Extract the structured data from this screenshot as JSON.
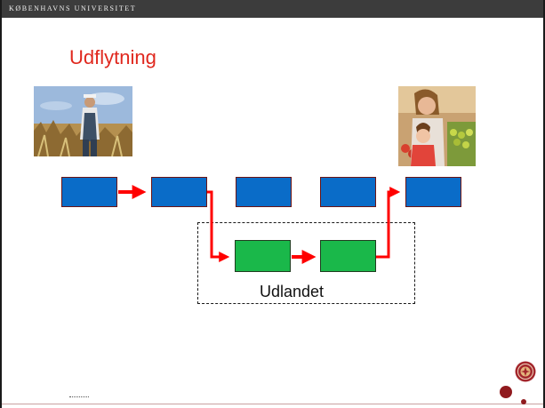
{
  "header": {
    "university": "KØBENHAVNS UNIVERSITET"
  },
  "slide": {
    "title": "Udflytning"
  },
  "diagram": {
    "group_label": "Udlandet",
    "colors": {
      "home_box": "#0a6cc8",
      "abroad_box": "#1ab84a",
      "arrow": "#ff0000",
      "title": "#e0281e"
    }
  },
  "images": {
    "left": "farmer-in-field-photo",
    "right": "mother-and-child-at-market-photo"
  },
  "icons": {
    "logo": "university-seal-icon"
  }
}
